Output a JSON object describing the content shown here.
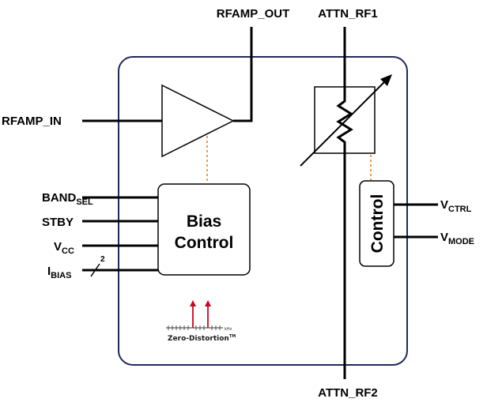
{
  "pins": {
    "rfamp_out": "RFAMP_OUT",
    "attn_rf1": "ATTN_RF1",
    "attn_rf2": "ATTN_RF2",
    "rfamp_in": "RFAMP_IN",
    "band_sel": {
      "main": "BAND",
      "sub": "SEL"
    },
    "stby": "STBY",
    "vcc": {
      "main": "V",
      "sub": "CC"
    },
    "ibias": {
      "main": "I",
      "sub": "BIAS",
      "bus_width": "2"
    },
    "vctrl": {
      "main": "V",
      "sub": "CTRL"
    },
    "vmode": {
      "main": "V",
      "sub": "MODE"
    }
  },
  "blocks": {
    "bias_control_line1": "Bias",
    "bias_control_line2": "Control",
    "control": "Control"
  },
  "logo": {
    "text": "Zero-Distortion",
    "trademark": "TM",
    "axis_unit": "kHz"
  },
  "colors": {
    "frame": "#1f2a5c",
    "wires": "#000000",
    "dashed_link": "#e07a1f",
    "logo_arrows": "#d0021b"
  }
}
